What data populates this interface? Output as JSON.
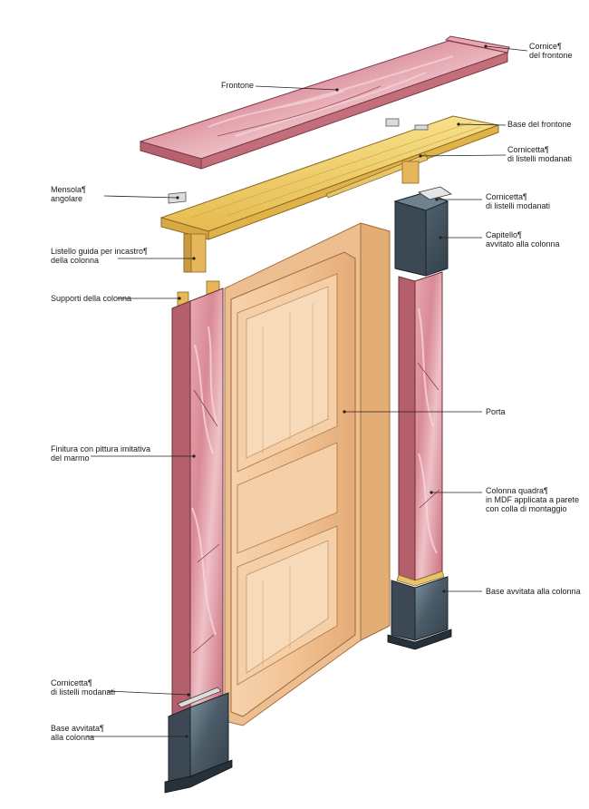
{
  "labels": {
    "cornice_frontone": [
      "Cornice¶",
      "del frontone"
    ],
    "frontone": [
      "Frontone"
    ],
    "base_frontone": [
      "Base del frontone"
    ],
    "cornicetta_top": [
      "Cornicetta¶",
      "di listelli modanati"
    ],
    "mensola": [
      "Mensola¶",
      "angolare"
    ],
    "cornicetta_right": [
      "Cornicetta¶",
      "di listelli modanati"
    ],
    "capitello": [
      "Capitello¶",
      "avvitato alla colonna"
    ],
    "listello": [
      "Listello guida per incastro¶",
      "della colonna"
    ],
    "supporti": [
      "Supporti della colonna"
    ],
    "porta": [
      "Porta"
    ],
    "finitura": [
      "Finitura con pittura imitativa",
      "del marmo"
    ],
    "colonna": [
      "Colonna quadra¶",
      "in MDF applicata a parete",
      "con colla di montaggio"
    ],
    "base_right": [
      "Base avvitata alla colonna"
    ],
    "cornicetta_bottom": [
      "Cornicetta¶",
      "di listelli modanati"
    ],
    "base_left": [
      "Base avvitata¶",
      "alla colonna"
    ]
  },
  "colors": {
    "marble_pink": "#d98a96",
    "marble_pale": "#f0c4cc",
    "marble_dark": "#a9525e",
    "granite": "#4b5c68",
    "granite_light": "#8fa2ae",
    "wood": "#f2c79b",
    "wood_dark": "#d9a06a",
    "pine": "#f2d066",
    "pine_dark": "#c9a13f",
    "leader": "#222222"
  }
}
